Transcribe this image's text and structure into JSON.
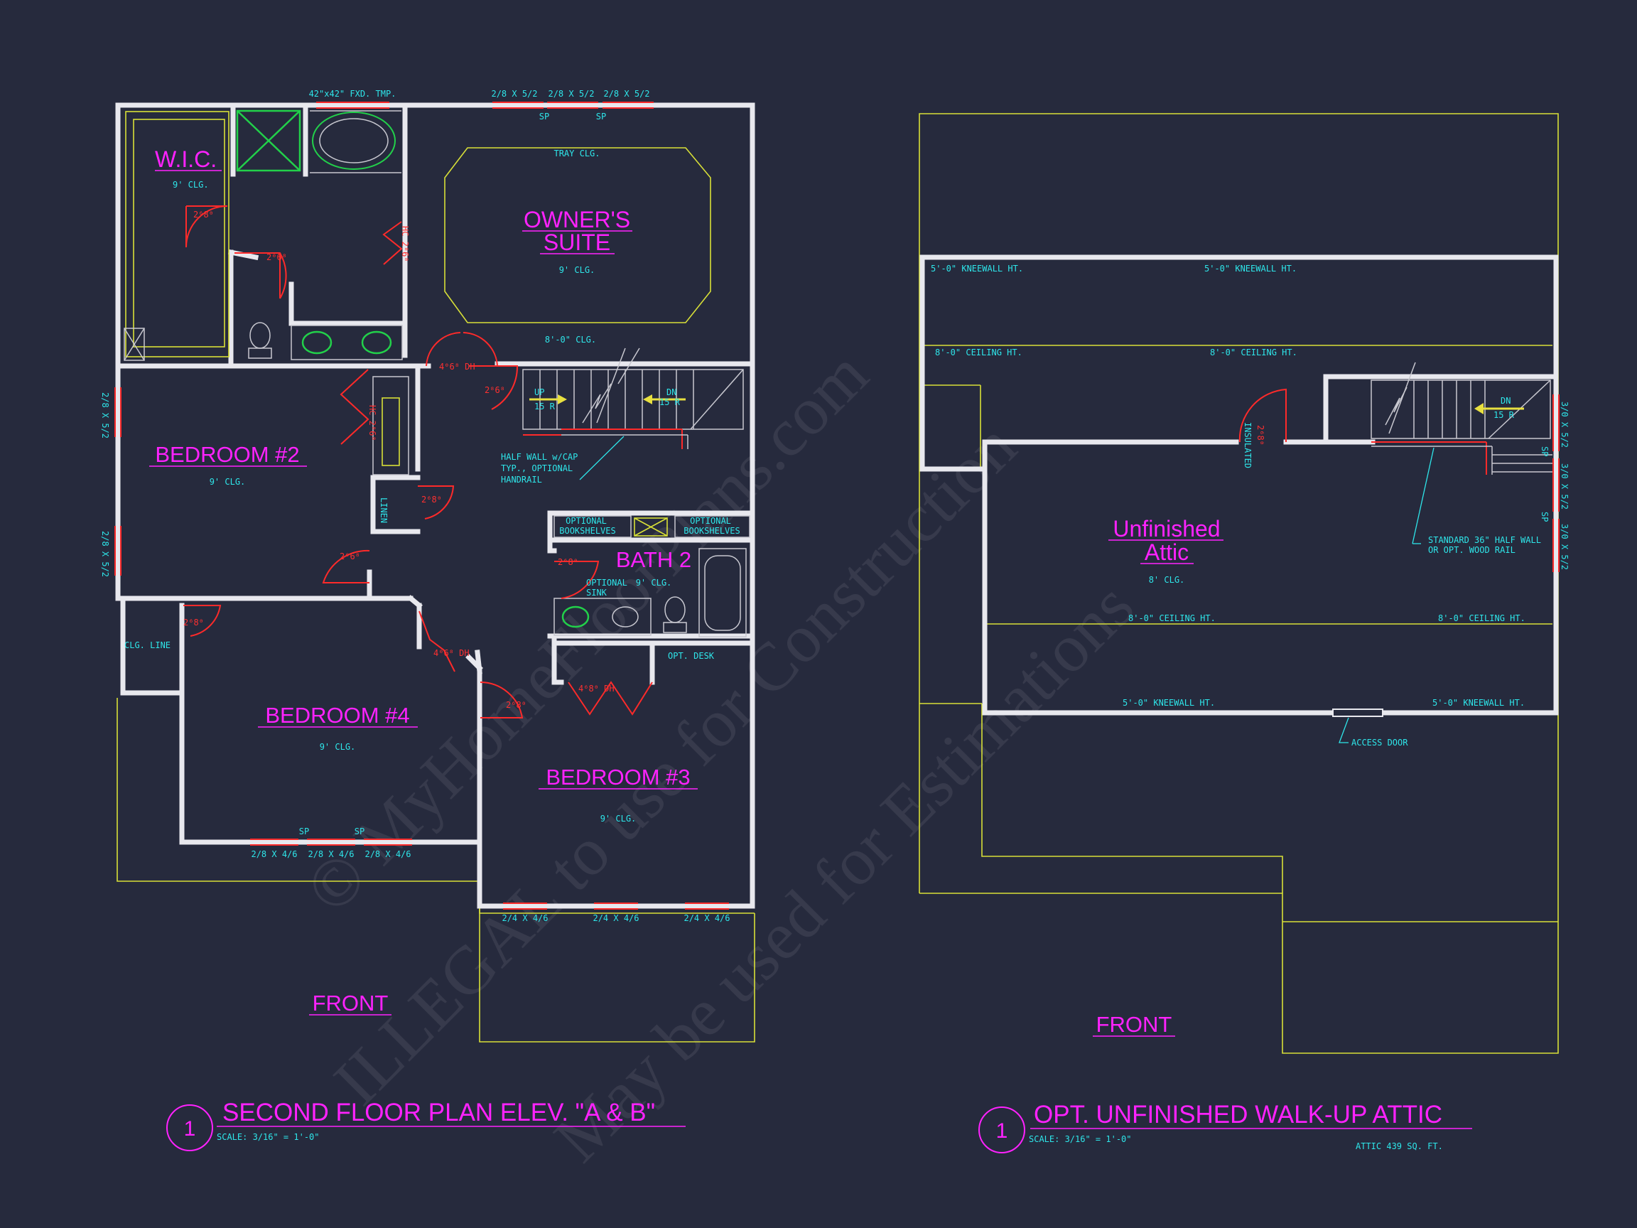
{
  "watermark": {
    "line1": "© MyHomeFloorPlans.com",
    "line2": "ILLEGAL to use for Construction",
    "line3": "May be used for Estimations"
  },
  "second_floor": {
    "rooms": {
      "wic": "W.I.C.",
      "wic_clg": "9' CLG.",
      "owners_line1": "OWNER'S",
      "owners_line2": "SUITE",
      "owners_clg": "9' CLG.",
      "tray": "TRAY CLG.",
      "hall_clg": "8'-0\" CLG.",
      "bed2": "BEDROOM #2",
      "bed2_clg": "9' CLG.",
      "bath2": "BATH 2",
      "bath2_clg": "9' CLG.",
      "bed4": "BEDROOM #4",
      "bed4_clg": "9' CLG.",
      "bed3": "BEDROOM #3",
      "bed3_clg": "9' CLG.",
      "front": "FRONT"
    },
    "notes": {
      "fxd_tmp": "42\"x42\" FXD. TMP.",
      "half_wall_1": "HALF WALL w/CAP",
      "half_wall_2": "TYP., OPTIONAL",
      "half_wall_3": "HANDRAIL",
      "bookshelf_l1": "OPTIONAL",
      "bookshelf_l2": "BOOKSHELVES",
      "bookshelf_r1": "OPTIONAL",
      "bookshelf_r2": "BOOKSHELVES",
      "opt_sink_1": "OPTIONAL",
      "opt_sink_2": "SINK",
      "opt_desk": "OPT. DESK",
      "linen": "LINEN",
      "clg_line": "CLG. LINE",
      "up": "UP",
      "up_r": "15 R",
      "dn": "DN",
      "dn_r": "15 R"
    },
    "windows": {
      "top1": "2/8 X 5/2",
      "top2": "2/8 X 5/2",
      "top3": "2/8 X 5/2",
      "sp": "SP",
      "left1": "2/8 X 5/2",
      "left2": "2/8 X 5/2",
      "b4_1": "2/8 X 4/6",
      "b4_2": "2/8 X 4/6",
      "b4_3": "2/8 X 4/6",
      "b3_1": "2/4 X 4/6",
      "b3_2": "2/4 X 4/6",
      "b3_3": "2/4 X 4/6"
    },
    "doors": {
      "d26": "2⁶8⁰",
      "d20": "2⁰6⁸",
      "d40dh": "4⁰6⁸ DH",
      "d40": "4⁰6⁸ DH",
      "d46dh": "4⁶8⁰ DH",
      "d28": "2⁸6⁸",
      "hc": "HC 2⁸6⁸"
    },
    "title": {
      "number": "1",
      "text": "SECOND FLOOR PLAN ELEV. \"A & B\"",
      "scale": "SCALE: 3/16\" = 1'-0\""
    }
  },
  "attic": {
    "labels": {
      "knee_tl": "5'-0\" KNEEWALL HT.",
      "knee_tr": "5'-0\" KNEEWALL HT.",
      "ceil_tl": "8'-0\" CEILING HT.",
      "ceil_tr": "8'-0\" CEILING HT.",
      "room_line1": "Unfinished",
      "room_line2": "Attic",
      "room_clg": "8' CLG.",
      "ceil_bl": "8'-0\" CEILING HT.",
      "ceil_br": "8'-0\" CEILING HT.",
      "knee_bl": "5'-0\" KNEEWALL HT.",
      "knee_br": "5'-0\" KNEEWALL HT.",
      "access": "ACCESS DOOR",
      "rail_1": "STANDARD 36\" HALF WALL",
      "rail_2": "OR OPT. WOOD RAIL",
      "dn": "DN",
      "dn_r": "15 R",
      "insulated": "INSULATED",
      "win1": "3/0 X 5/2",
      "win2": "3/0 X 5/2",
      "win3": "3/0 X 5/2",
      "sp": "SP",
      "front": "FRONT"
    },
    "title": {
      "number": "1",
      "text": "OPT. UNFINISHED WALK-UP ATTIC",
      "scale": "SCALE: 3/16\" = 1'-0\"",
      "area": "ATTIC 439 SQ. FT."
    }
  },
  "colors": {
    "background": "#262a3d",
    "wall": "#e8e8ee",
    "room_label": "#ff22ff",
    "note": "#2ee6ea",
    "outline": "#d8e038",
    "door": "#ff2a2a",
    "fixture": "#22d04a"
  }
}
